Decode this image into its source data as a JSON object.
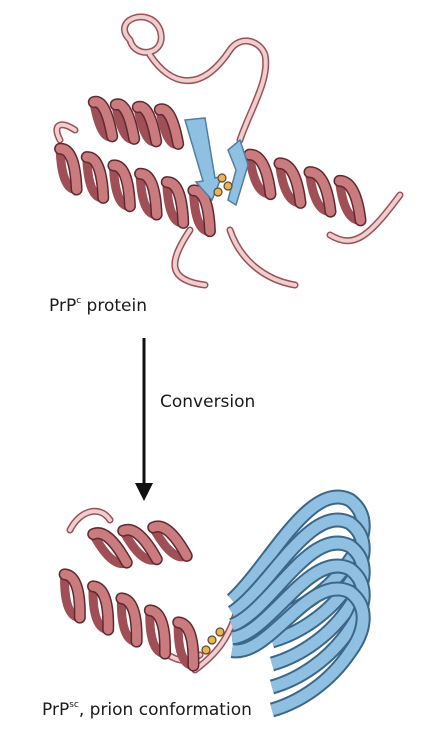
{
  "labels": {
    "prpc_prefix": "PrP",
    "prpc_sup": "c",
    "prpc_suffix": " protein",
    "conversion": "Conversion",
    "prpsc_prefix": "PrP",
    "prpsc_sup": "sc",
    "prpsc_suffix": ", prion conformation"
  },
  "colors": {
    "helix": "#c97b7e",
    "helix_dark": "#9f4f55",
    "coil": "#e7c6c6",
    "sheet": "#8fc0e2",
    "sheet_dark": "#5b8fb6",
    "disulfide": "#e7b35b",
    "arrow": "#111111"
  }
}
